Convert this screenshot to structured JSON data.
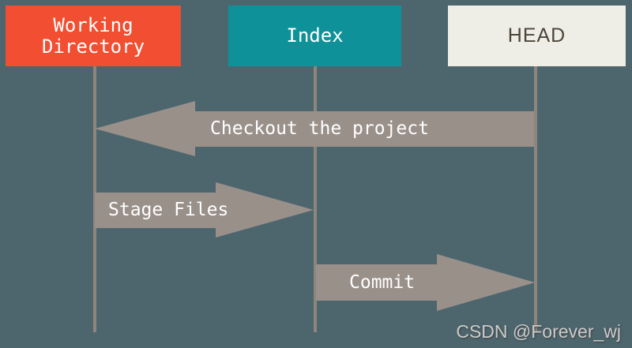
{
  "diagram": {
    "description": "Git workflow sequence diagram: working directory, staging index and HEAD",
    "colors": {
      "background": "#4d666e",
      "working_directory_box": "#f14e32",
      "index_box": "#0e9199",
      "head_box": "#efeee6",
      "head_text": "#4d4439",
      "arrow": "#99908a",
      "lifeline": "#8e857d",
      "label_text": "#ffffff"
    },
    "title_boxes": [
      {
        "id": "working-directory",
        "label": "Working\nDirectory"
      },
      {
        "id": "index",
        "label": "Index"
      },
      {
        "id": "head",
        "label": "HEAD"
      }
    ],
    "arrows": [
      {
        "id": "checkout",
        "label": "Checkout the project",
        "direction": "left",
        "from": "head",
        "to": "working-directory"
      },
      {
        "id": "stage",
        "label": "Stage Files",
        "direction": "right",
        "from": "working-directory",
        "to": "index"
      },
      {
        "id": "commit",
        "label": "Commit",
        "direction": "right",
        "from": "index",
        "to": "head"
      }
    ],
    "watermark": "CSDN @Forever_wj"
  }
}
